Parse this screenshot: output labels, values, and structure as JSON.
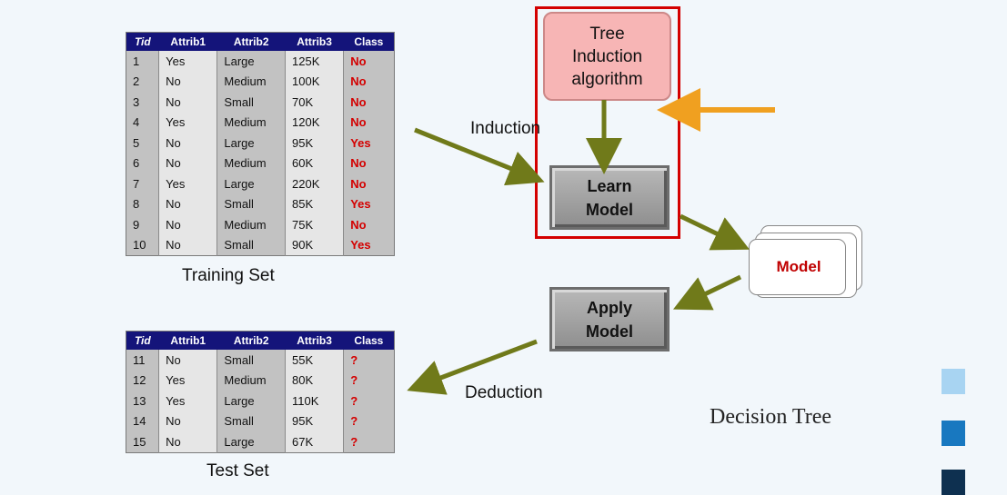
{
  "training_table": {
    "columns": [
      "Tid",
      "Attrib1",
      "Attrib2",
      "Attrib3",
      "Class"
    ],
    "rows": [
      [
        "1",
        "Yes",
        "Large",
        "125K",
        "No"
      ],
      [
        "2",
        "No",
        "Medium",
        "100K",
        "No"
      ],
      [
        "3",
        "No",
        "Small",
        "70K",
        "No"
      ],
      [
        "4",
        "Yes",
        "Medium",
        "120K",
        "No"
      ],
      [
        "5",
        "No",
        "Large",
        "95K",
        "Yes"
      ],
      [
        "6",
        "No",
        "Medium",
        "60K",
        "No"
      ],
      [
        "7",
        "Yes",
        "Large",
        "220K",
        "No"
      ],
      [
        "8",
        "No",
        "Small",
        "85K",
        "Yes"
      ],
      [
        "9",
        "No",
        "Medium",
        "75K",
        "No"
      ],
      [
        "10",
        "No",
        "Small",
        "90K",
        "Yes"
      ]
    ],
    "caption": "Training Set"
  },
  "test_table": {
    "columns": [
      "Tid",
      "Attrib1",
      "Attrib2",
      "Attrib3",
      "Class"
    ],
    "rows": [
      [
        "11",
        "No",
        "Small",
        "55K",
        "?"
      ],
      [
        "12",
        "Yes",
        "Medium",
        "80K",
        "?"
      ],
      [
        "13",
        "Yes",
        "Large",
        "110K",
        "?"
      ],
      [
        "14",
        "No",
        "Small",
        "95K",
        "?"
      ],
      [
        "15",
        "No",
        "Large",
        "67K",
        "?"
      ]
    ],
    "caption": "Test Set"
  },
  "nodes": {
    "algorithm": "Tree\nInduction\nalgorithm",
    "learn_model": "Learn\nModel",
    "apply_model": "Apply\nModel",
    "model": "Model"
  },
  "labels": {
    "induction": "Induction",
    "deduction": "Deduction",
    "title": "Decision Tree"
  },
  "colors": {
    "arrow": "#707a1a",
    "highlight_arrow": "#f0a020",
    "highlight_box": "#d40000",
    "header": "#14147a",
    "class_text": "#d40000"
  },
  "side_squares": [
    "#a8d4f2",
    "#1878c0",
    "#0e3050"
  ]
}
